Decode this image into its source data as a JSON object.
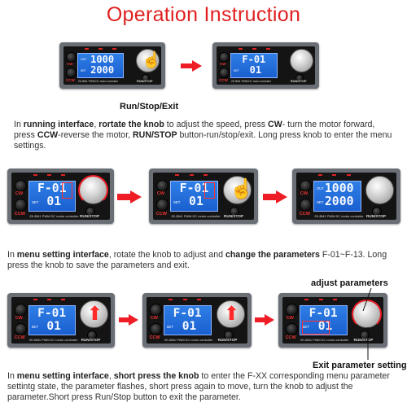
{
  "page": {
    "title": "Operation Instruction"
  },
  "labels": {
    "run_stop_exit": "Run/Stop/Exit",
    "adjust_parameters": "adjust parameters",
    "exit_parameter_setting": "Exit parameter setting"
  },
  "device": {
    "cw": "CW",
    "ccw": "CCW",
    "runstop": "RUN/STOP",
    "out": "OUT",
    "set": "SET",
    "strip": "ZK-BM1 PWM DC motor controller",
    "running_line1": "1000",
    "running_line2": "2000",
    "menu_line1": "F-01",
    "menu_line2": "01"
  },
  "colors": {
    "title": "#e02020",
    "arrow": "#ee1c25",
    "lcd": "#2f7fe6",
    "device_frame": "#6a6e75"
  },
  "paragraphs": {
    "p1": [
      {
        "t": "In ",
        "b": false
      },
      {
        "t": "running interface",
        "b": true
      },
      {
        "t": ", ",
        "b": false
      },
      {
        "t": "rortate the knob",
        "b": true
      },
      {
        "t": " to adjust the speed,  press ",
        "b": false
      },
      {
        "t": "CW",
        "b": true
      },
      {
        "t": "- turn the motor forward, press ",
        "b": false
      },
      {
        "t": "CCW",
        "b": true
      },
      {
        "t": "-reverse the motor, ",
        "b": false
      },
      {
        "t": "RUN/STOP",
        "b": true
      },
      {
        "t": " button-run/stop/exit. Long press knob to enter the menu settings.",
        "b": false
      }
    ],
    "p2": [
      {
        "t": "In ",
        "b": false
      },
      {
        "t": "menu setting interface",
        "b": true
      },
      {
        "t": ", rotate the knob to adjust and ",
        "b": false
      },
      {
        "t": "change the parameters",
        "b": true
      },
      {
        "t": " F-01~F-13. Long press the knob to save the parameters and exit.",
        "b": false
      }
    ],
    "p3": [
      {
        "t": "In ",
        "b": false
      },
      {
        "t": "menu setting interface",
        "b": true
      },
      {
        "t": ", ",
        "b": false
      },
      {
        "t": "short press the knob",
        "b": true
      },
      {
        "t": " to enter the F-XX corresponding menu parameter settintg state, the parameter flashes, short press again to move, turn the knob to adjust the parameter.Short press Run/Stop button to exit the parameter.",
        "b": false
      }
    ]
  }
}
